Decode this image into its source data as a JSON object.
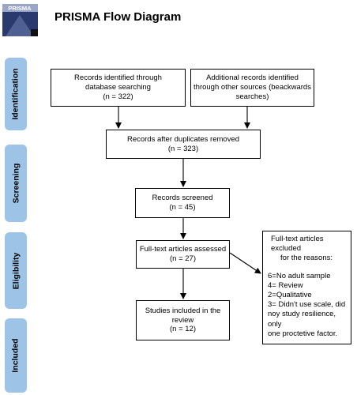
{
  "header": {
    "title": "PRISMA Flow Diagram",
    "logo_text": "PRISMA"
  },
  "phases": [
    "Identification",
    "Screening",
    "Eligibility",
    "Included"
  ],
  "boxes": {
    "database": [
      "Records identified through",
      "database searching",
      "(n = 322)"
    ],
    "other": [
      "Additional records identified",
      "through other sources (beackwards",
      "searches)"
    ],
    "duplicates": [
      "Records after duplicates removed",
      "(n = 323)"
    ],
    "screened": [
      "Records screened",
      "(n = 45)"
    ],
    "fulltext": [
      "Full-text articles assessed",
      "(n = 27)"
    ],
    "included": [
      "Studies included in the",
      "review",
      "(n = 12)"
    ],
    "excluded": [
      "Full-text articles excluded",
      "for the reasons:",
      "",
      "6=No adult sample",
      "4= Review",
      "2=Qualitative",
      "3= Didn't use scale, did",
      "noy study resilience, only",
      "one proctetive factor."
    ]
  },
  "colors": {
    "phase": "#9dc3e6",
    "logo": "#2a3a6e"
  }
}
